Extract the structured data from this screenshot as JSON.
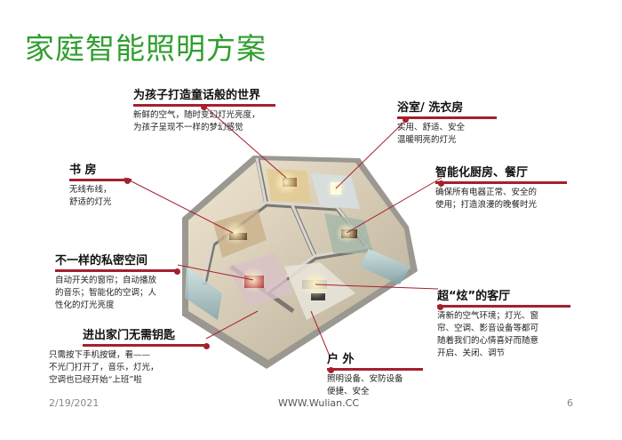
{
  "page_title": "家庭智能照明方案",
  "callouts": {
    "kids": {
      "heading": "为孩子打造童话般的世界",
      "lines": [
        "新鲜的空气，随时变幻灯光亮度，",
        "为孩子呈现不一样的梦幻感觉"
      ]
    },
    "bath": {
      "heading": "浴室/ 洗衣房",
      "lines": [
        "实用、舒适、安全",
        "温暖明亮的灯光"
      ]
    },
    "study": {
      "heading": "书 房",
      "lines": [
        "无线布线，",
        "舒适的灯光"
      ]
    },
    "kitchen": {
      "heading": "智能化厨房、餐厅",
      "lines": [
        "确保所有电器正常、安全的",
        "使用；打造浪漫的晚餐时光"
      ]
    },
    "private": {
      "heading": "不一样的私密空间",
      "lines": [
        "自动开关的窗帘；自动播放",
        "的音乐；智能化的空调；人",
        "性化的灯光亮度"
      ]
    },
    "living": {
      "heading": "超“炫”的客厅",
      "lines": [
        "清新的空气环境；灯光、窗",
        "帘、空调、影音设备等都可",
        "随着我们的心情喜好而随意",
        "开启、关闭、调节"
      ]
    },
    "entry": {
      "heading": "进出家门无需钥匙",
      "lines": [
        "只需按下手机按键，看——",
        "不光门打开了，音乐，灯光，",
        "空调也已经开始“上班”啦"
      ]
    },
    "outdoor": {
      "heading": "户 外",
      "lines": [
        "照明设备、安防设备",
        "便捷、安全"
      ]
    }
  },
  "footer": {
    "date": "2/19/2021",
    "site": "WWW.Wulian.CC",
    "page": "6"
  },
  "colors": {
    "title_green": "#2f9e2f",
    "accent_red": "#a5202e"
  }
}
